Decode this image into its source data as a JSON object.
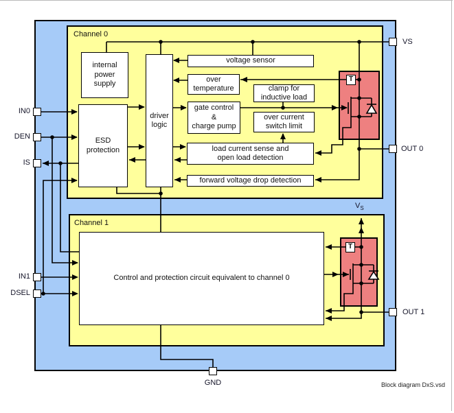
{
  "window": {
    "footer": "Block diagram DxS.vsd"
  },
  "pins": {
    "in0": "IN0",
    "den": "DEN",
    "is": "IS",
    "in1": "IN1",
    "dsel": "DSEL",
    "vs": "VS",
    "out0": "OUT 0",
    "out1": "OUT 1",
    "gnd": "GND"
  },
  "channel0": {
    "title": "Channel 0",
    "internal_power_supply": "internal\npower\nsupply",
    "esd_protection": "ESD\nprotection",
    "driver_logic": "driver\nlogic",
    "voltage_sensor": "voltage sensor",
    "over_temperature": "over\ntemperature",
    "gate_control": "gate control\n&\ncharge pump",
    "clamp": "clamp for\ninductive load",
    "over_current": "over current\nswitch limit",
    "load_sense": "load current sense and\nopen load detection",
    "forward_voltage": "forward voltage drop detection",
    "temp_sensor": "T"
  },
  "channel1": {
    "title": "Channel 1",
    "equivalent": "Control and protection circuit equivalent to channel 0",
    "temp_sensor": "T"
  },
  "labels": {
    "vs_base": "V",
    "vs_sub": "S"
  },
  "colors": {
    "blue": "#a6cbf8",
    "yellow": "#ffff9c",
    "red": "#ee8080",
    "wire": "#000000"
  }
}
